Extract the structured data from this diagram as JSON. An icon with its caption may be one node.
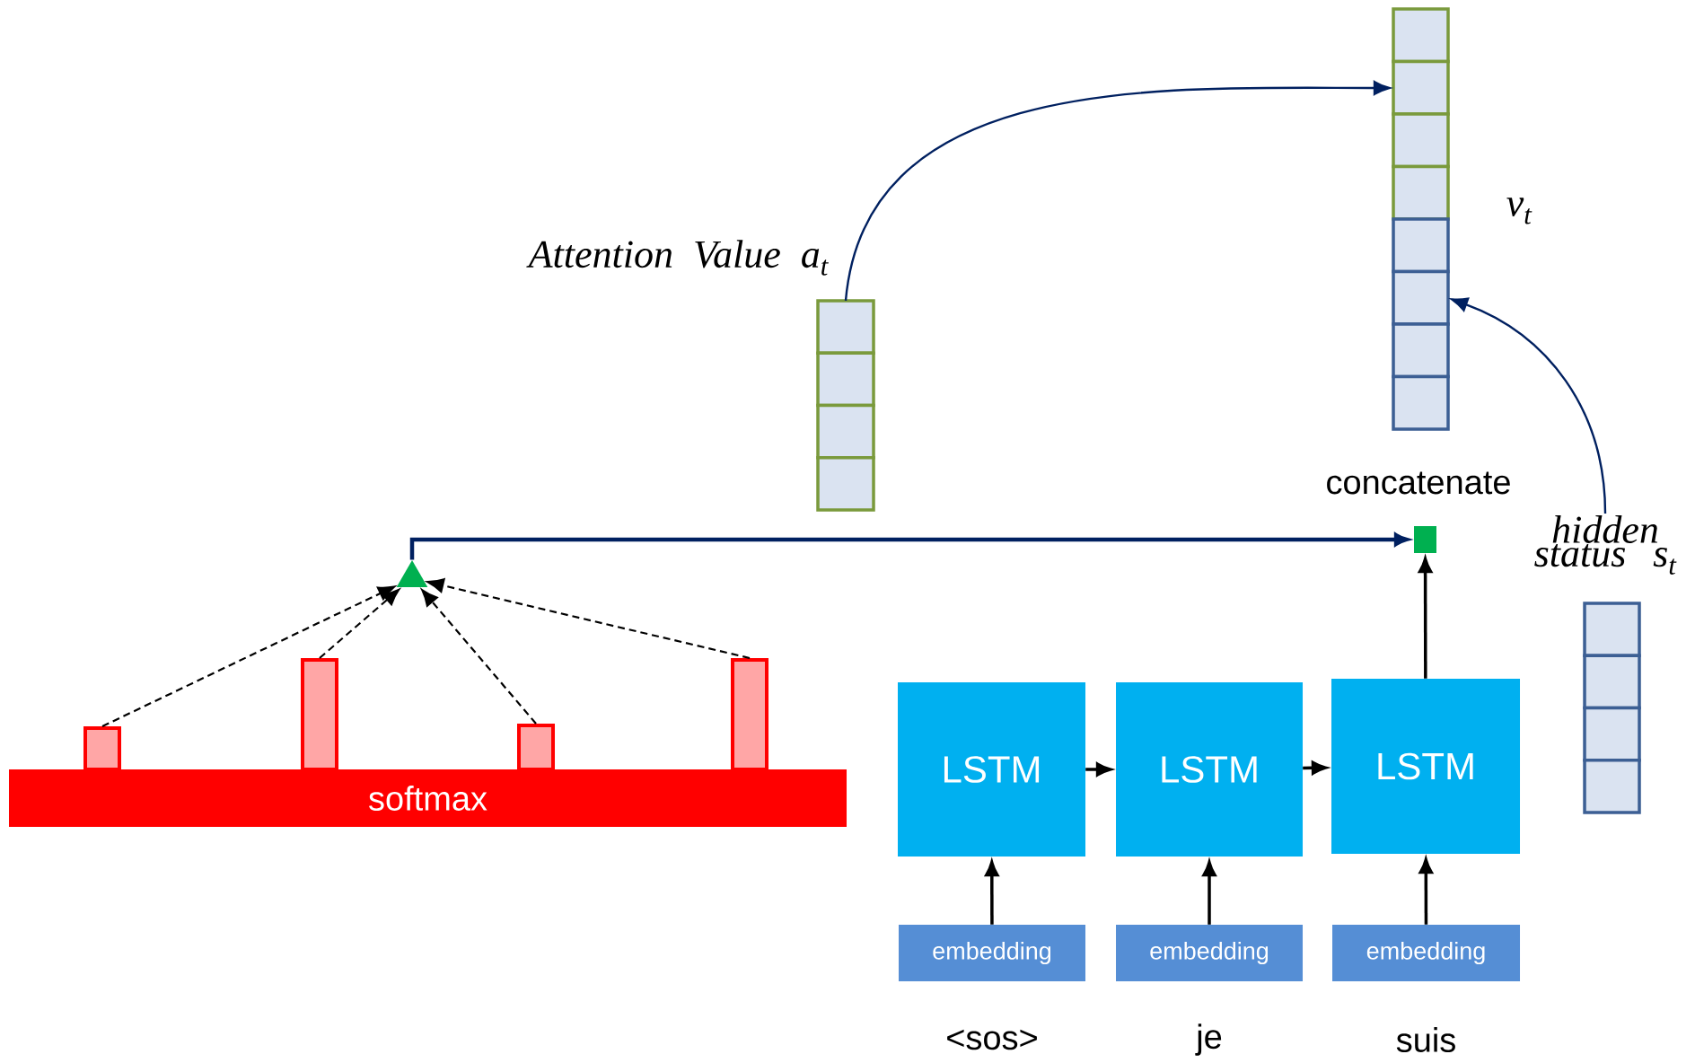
{
  "diagram": {
    "nodes": [
      {
        "text": [
          "Attention Value a$_{t}$"
        ]
      },
      {
        "text": [],
        "shape": "bar",
        "beside": [
          "v$_{t}$"
        ]
      },
      {
        "text": [
          "hidden status s$_{t}$"
        ]
      },
      {
        "text": [],
        "shape": "triangle"
      },
      {
        "text": [],
        "shape": "box",
        "beside": [
          "concatenate"
        ]
      },
      {
        "text": [
          "softmax"
        ]
      },
      {
        "text": [],
        "shape": "bar"
      },
      {
        "text": [],
        "shape": "bar"
      },
      {
        "text": [],
        "shape": "bar"
      },
      {
        "text": [],
        "shape": "bar"
      },
      {
        "text": [
          "LSTM"
        ]
      },
      {
        "text": [
          "LSTM"
        ]
      },
      {
        "text": [
          "LSTM"
        ]
      },
      {
        "text": [
          "embedding"
        ],
        "beside": [
          "<sos>"
        ]
      },
      {
        "text": [
          "embedding"
        ],
        "beside": [
          "je"
        ]
      },
      {
        "text": [
          "embedding"
        ],
        "beside": [
          "suis"
        ]
      }
    ],
    "edges": [
      {
        "from": 0,
        "to": 1,
        "arrow": "to",
        "color": "#002060"
      },
      {
        "from": 2,
        "to": 1,
        "arrow": "to",
        "color": "#002060"
      },
      {
        "from": 3,
        "to": 4,
        "arrow": "to",
        "color": "#002060"
      },
      {
        "from": 6,
        "to": 3,
        "arrow": "to",
        "style": "dashed"
      },
      {
        "from": 7,
        "to": 3,
        "arrow": "to",
        "style": "dashed"
      },
      {
        "from": 8,
        "to": 3,
        "arrow": "to",
        "style": "dashed"
      },
      {
        "from": 9,
        "to": 3,
        "arrow": "to",
        "style": "dashed"
      },
      {
        "from": 10,
        "to": 11,
        "arrow": "to"
      },
      {
        "from": 11,
        "to": 12,
        "arrow": "to"
      },
      {
        "from": 12,
        "to": 4,
        "arrow": "to"
      },
      {
        "from": 13,
        "to": 10,
        "arrow": "to"
      },
      {
        "from": 14,
        "to": 11,
        "arrow": "to"
      },
      {
        "from": 15,
        "to": 12,
        "arrow": "to"
      }
    ]
  }
}
